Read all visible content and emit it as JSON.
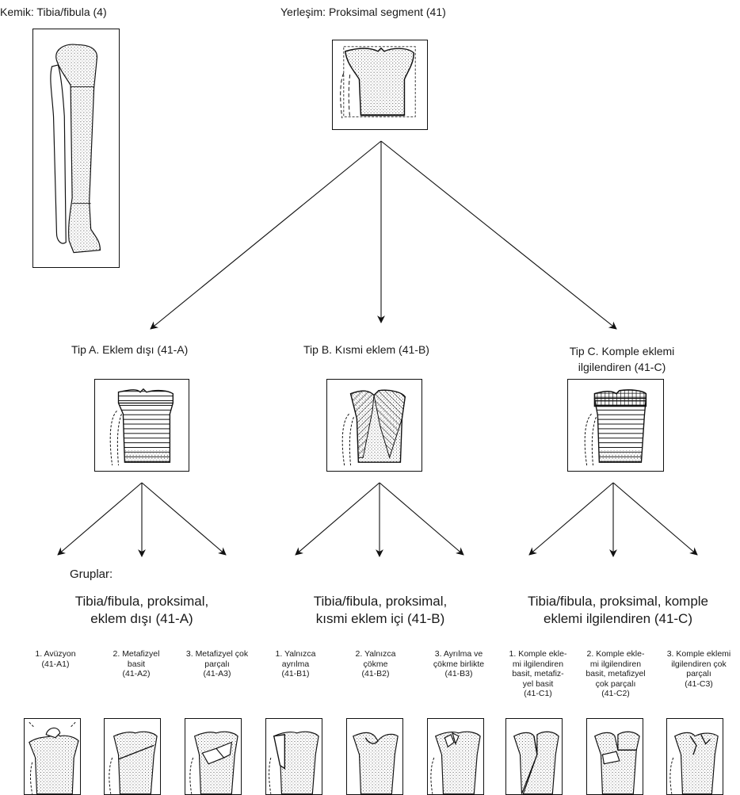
{
  "header": {
    "bone_label": "Kemik: Tibia/fibula (4)",
    "location_label": "Yerleşim: Proksimal segment (41)"
  },
  "types": [
    {
      "label": "Tip A. Eklem dışı (41-A)"
    },
    {
      "label": "Tip B. Kısmi eklem (41-B)"
    },
    {
      "label": "Tip C. Komple eklemi\nilgilendiren (41-C)"
    }
  ],
  "groups_label": "Gruplar:",
  "group_titles": [
    "Tibia/fibula, proksimal,\neklem dışı (41-A)",
    "Tibia/fibula, proksimal,\nkısmi eklem içi (41-B)",
    "Tibia/fibula, proksimal, komple\neklemi ilgilendiren (41-C)"
  ],
  "subgroups": [
    "1. Avüzyon\n(41-A1)",
    "2. Metafizyel\nbasit\n(41-A2)",
    "3. Metafizyel çok\nparçalı\n(41-A3)",
    "1. Yalnızca\nayrılma\n(41-B1)",
    "2. Yalnızca\nçökme\n(41-B2)",
    "3. Ayrılma ve\nçökme birlikte\n(41-B3)",
    "1. Komple ekle-\nmi ilgilendiren\nbasit, metafiz-\nyel basit\n(41-C1)",
    "2. Komple ekle-\nmi ilgilendiren\nbasit, metafizyel\nçok parçalı\n(41-C2)",
    "3. Komple eklemi\nilgilendiren çok\nparçalı\n(41-C3)"
  ]
}
